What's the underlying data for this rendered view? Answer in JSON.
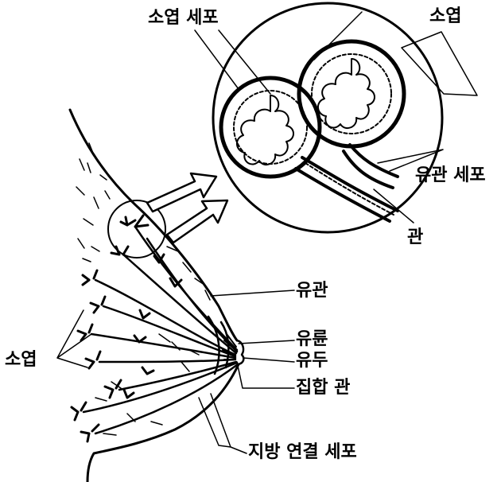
{
  "labels": {
    "lobule_cells": "소엽 세포",
    "lobule_top": "소엽",
    "duct_cells": "유관 세포",
    "duct": "관",
    "milk_duct": "유관",
    "areola": "유륜",
    "nipple": "유두",
    "collecting_duct": "집합 관",
    "lobules_left": "소엽",
    "fat_connective": "지방 연결 세포"
  },
  "colors": {
    "ink": "#000000",
    "background": "#ffffff"
  }
}
